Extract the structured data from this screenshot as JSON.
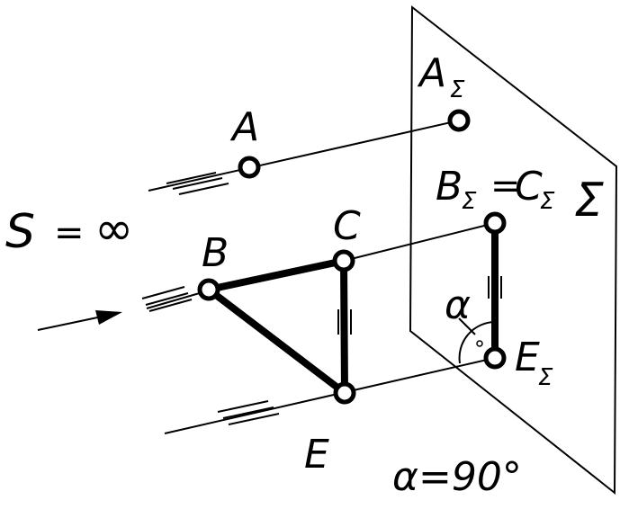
{
  "diagram": {
    "projection_condition": {
      "S": "S",
      "equals": "=",
      "infinity": "∞"
    },
    "plane_symbol": "Σ",
    "points": {
      "A": {
        "label": "A",
        "projection": "A",
        "projection_sub": "Σ"
      },
      "B": {
        "label": "B",
        "projection": "B",
        "projection_sub": "Σ"
      },
      "C": {
        "label": "C",
        "projection": "C",
        "projection_sub": "Σ"
      },
      "E": {
        "label": "E",
        "projection": "E",
        "projection_sub": "Σ"
      }
    },
    "coincidence_sign": "=",
    "parallel_mark": "||",
    "angle": {
      "symbol": "α",
      "right_angle_dot": "•",
      "value_text": "α=90°"
    },
    "colors": {
      "ink": "#000000",
      "background": "#ffffff"
    }
  }
}
